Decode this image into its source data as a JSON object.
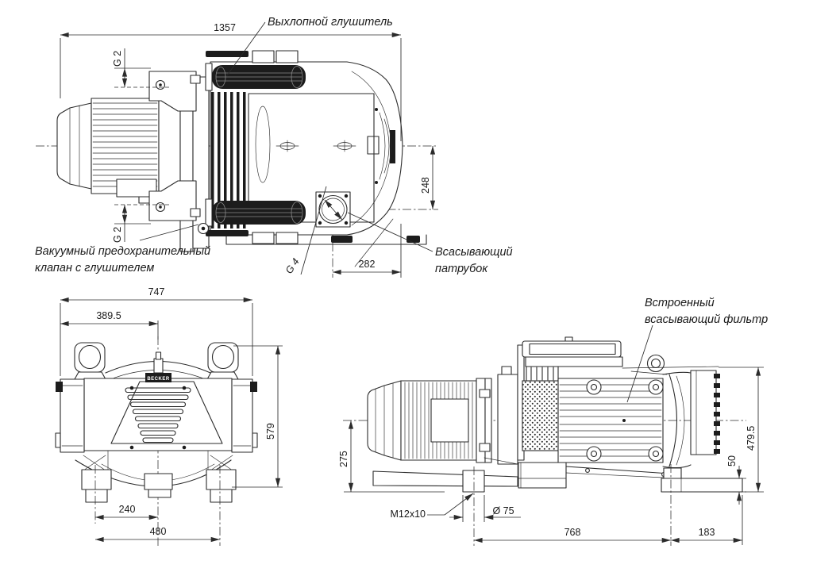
{
  "meta": {
    "background": "#ffffff",
    "line_color": "#2b2b2b",
    "drawing_type": "vacuum pump dimensional drawing, 3 views"
  },
  "top_view": {
    "dim_overall": "1357",
    "dim_port_top": "G 2",
    "dim_port_bottom": "G 2",
    "dim_center_suction": "248",
    "dim_suction_offset": "282",
    "thread_suction": "G 4",
    "label_exhaust": "Выхлопной глушитель",
    "label_valve_1": "Вакуумный предохранительный",
    "label_valve_2": "клапан с глушителем",
    "label_suction_1": "Всасывающий",
    "label_suction_2": "патрубок"
  },
  "front_view": {
    "dim_width": "747",
    "dim_center": "389.5",
    "dim_height": "579",
    "dim_foot_offset": "240",
    "dim_foot_span": "480",
    "nameplate": "BECKER"
  },
  "side_view": {
    "dim_axis_height": "275",
    "dim_total_height": "479.5",
    "dim_foot_height": "50",
    "thread_foot": "M12x10",
    "dim_foot_dia": "Ø 75",
    "dim_length": "768",
    "dim_overhang": "183",
    "label_filter_1": "Встроенный",
    "label_filter_2": "всасывающий фильтр"
  }
}
